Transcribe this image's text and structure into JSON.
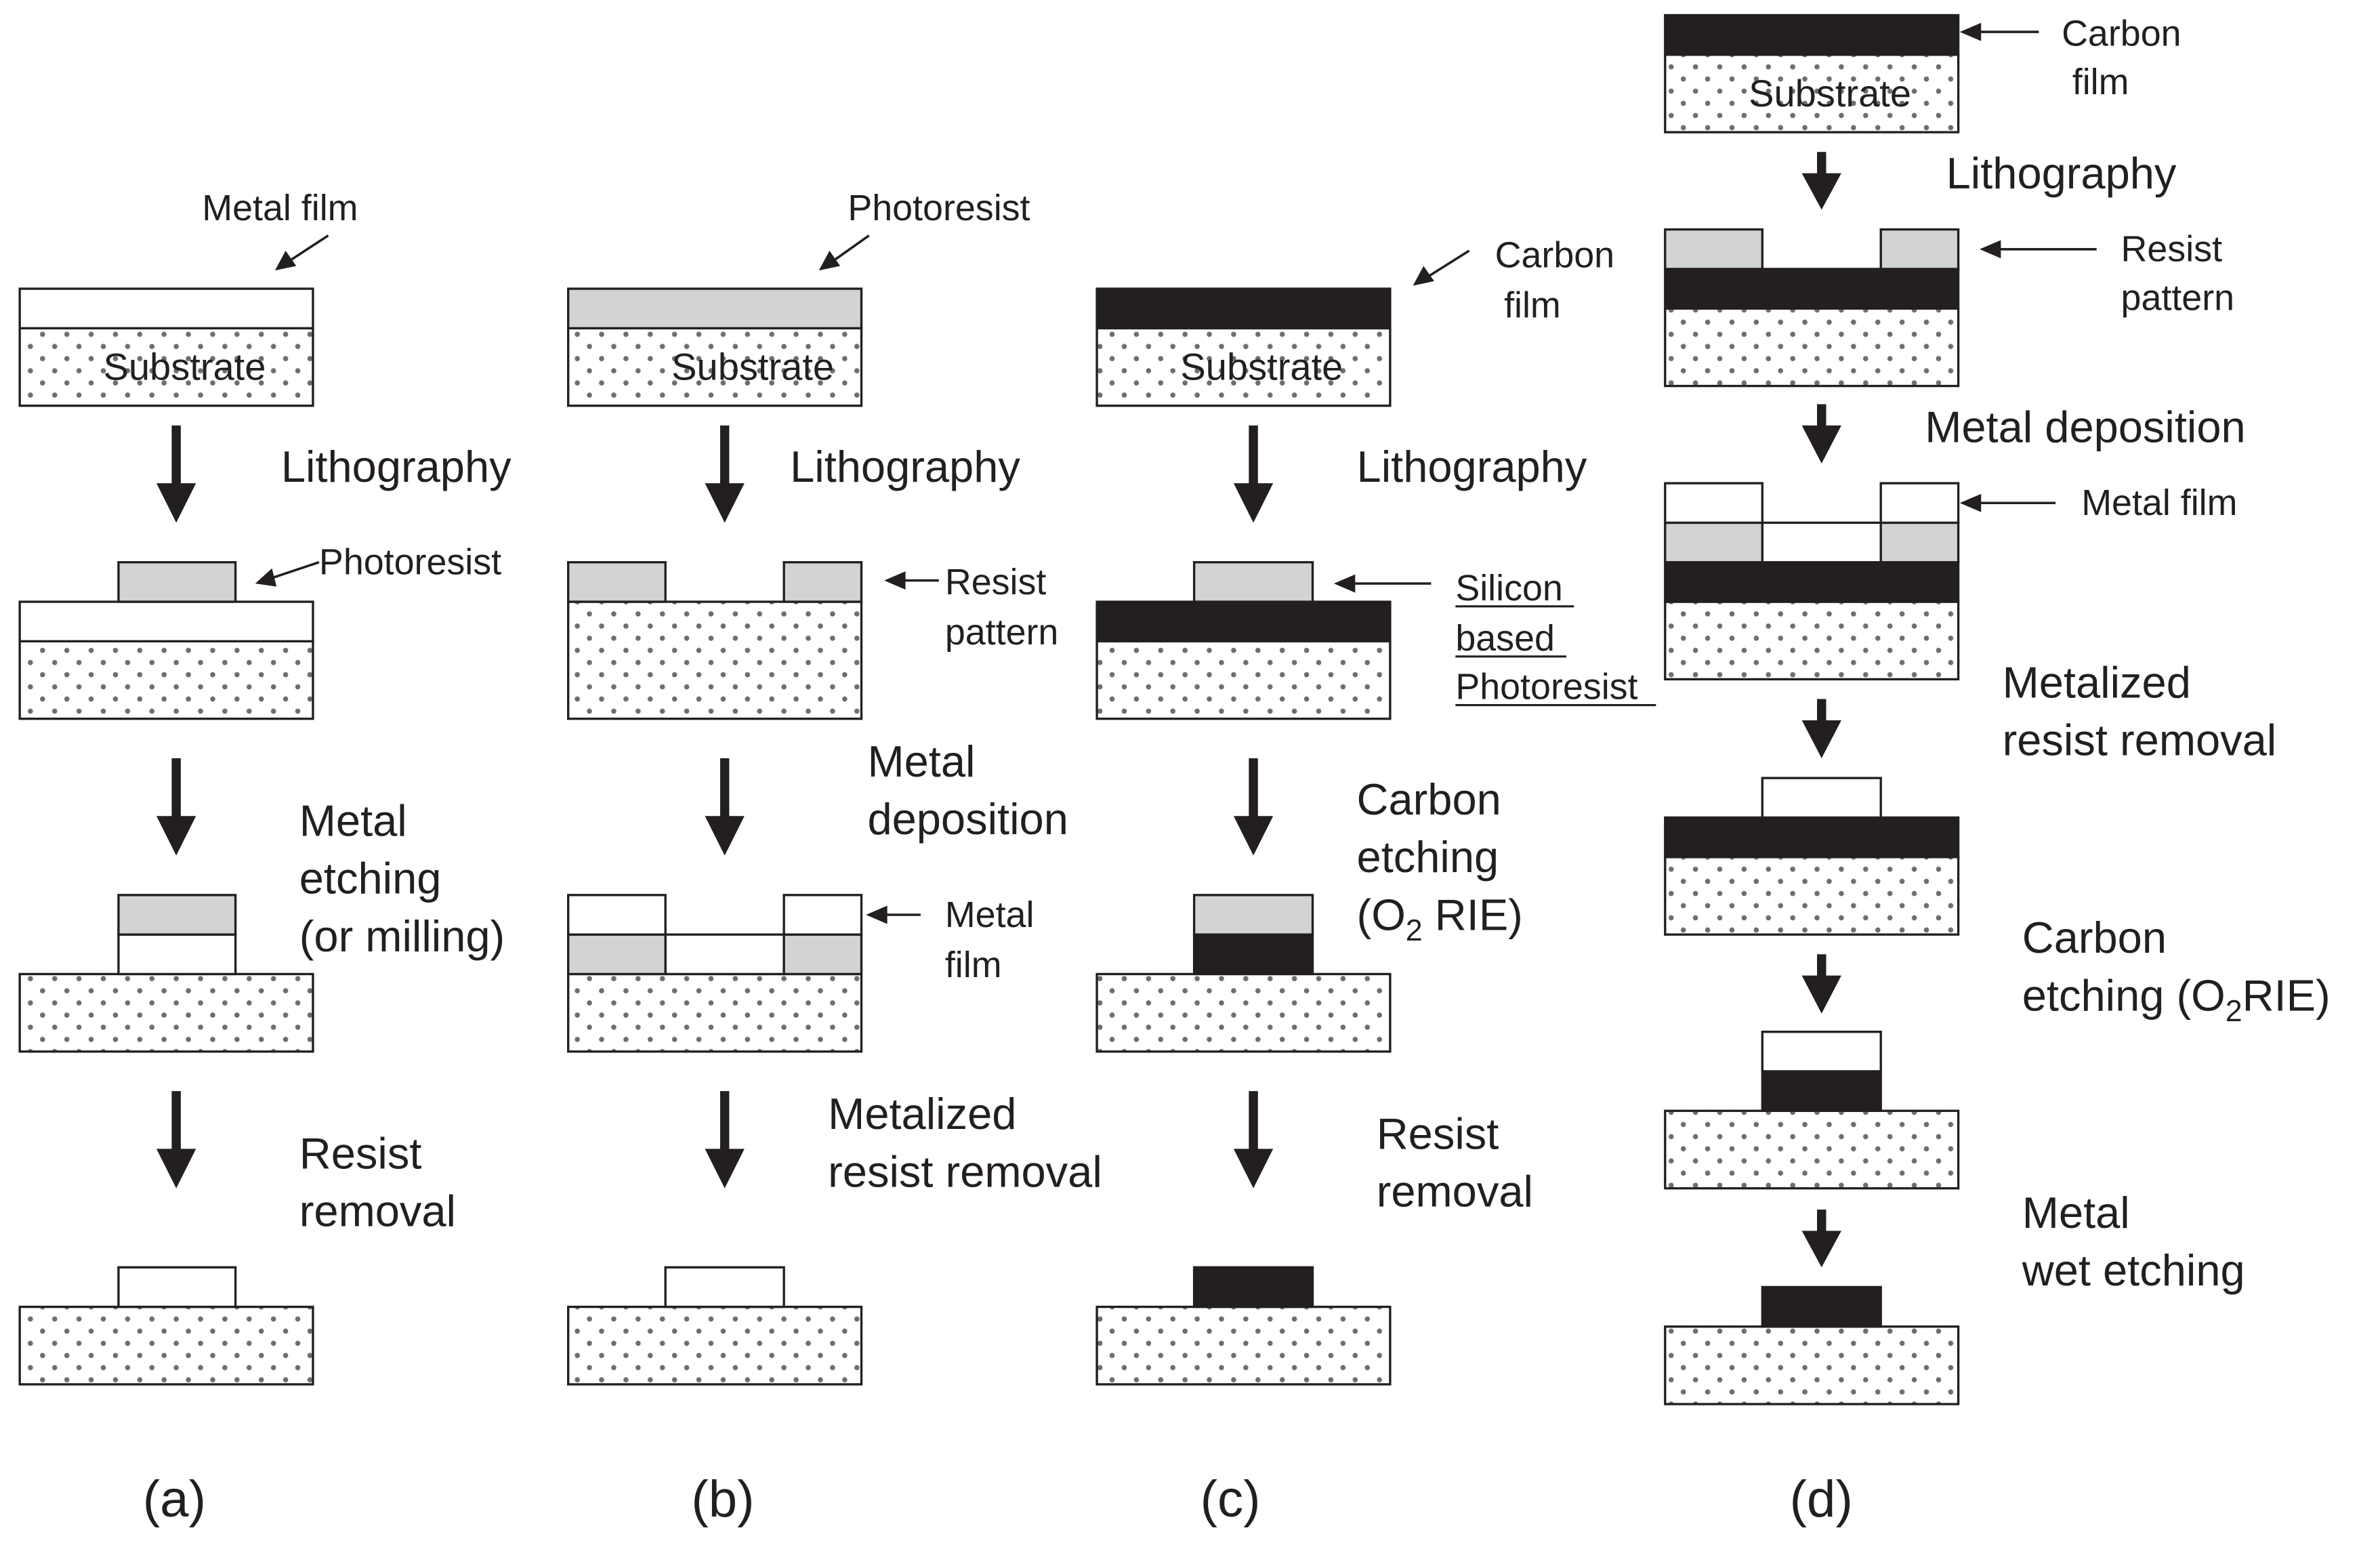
{
  "colors": {
    "ink": "#231f20",
    "resist": "#d2d3d3",
    "carbon": "#231f20",
    "metal": "#ffffff",
    "substrate_dot": "#6d6e71"
  },
  "labels": {
    "substrate": "Substrate",
    "metal_film": "Metal film",
    "photoresist": "Photoresist",
    "resist_line1": "Resist",
    "pattern": "pattern",
    "metal": "Metal",
    "film": "film",
    "carbon": "Carbon",
    "silicon": "Silicon",
    "based": "based",
    "o2": "O",
    "o2_sub": "2",
    "rie_suffix": " RIE)",
    "rie_suffix_d": "RIE)",
    "open_paren": "(",
    "etching_paren": "etching (O"
  },
  "steps": {
    "lithography": "Lithography",
    "metal_deposition": "Metal deposition",
    "metal_etching_line1": "Metal",
    "metal_etching_line2": "etching",
    "metal_etching_line3": "(or milling)",
    "resist_removal_line1": "Resist",
    "resist_removal_line2": "removal",
    "metal_deposition_line1": "Metal",
    "metal_deposition_line2": "deposition",
    "metalized_line1": "Metalized",
    "metalized_line2": "resist removal",
    "carbon_etching_line1": "Carbon",
    "carbon_etching_line2": "etching",
    "metal_wet_line1": "Metal",
    "metal_wet_line2": "wet etching"
  },
  "panels": [
    "(a)",
    "(b)",
    "(c)",
    "(d)"
  ]
}
